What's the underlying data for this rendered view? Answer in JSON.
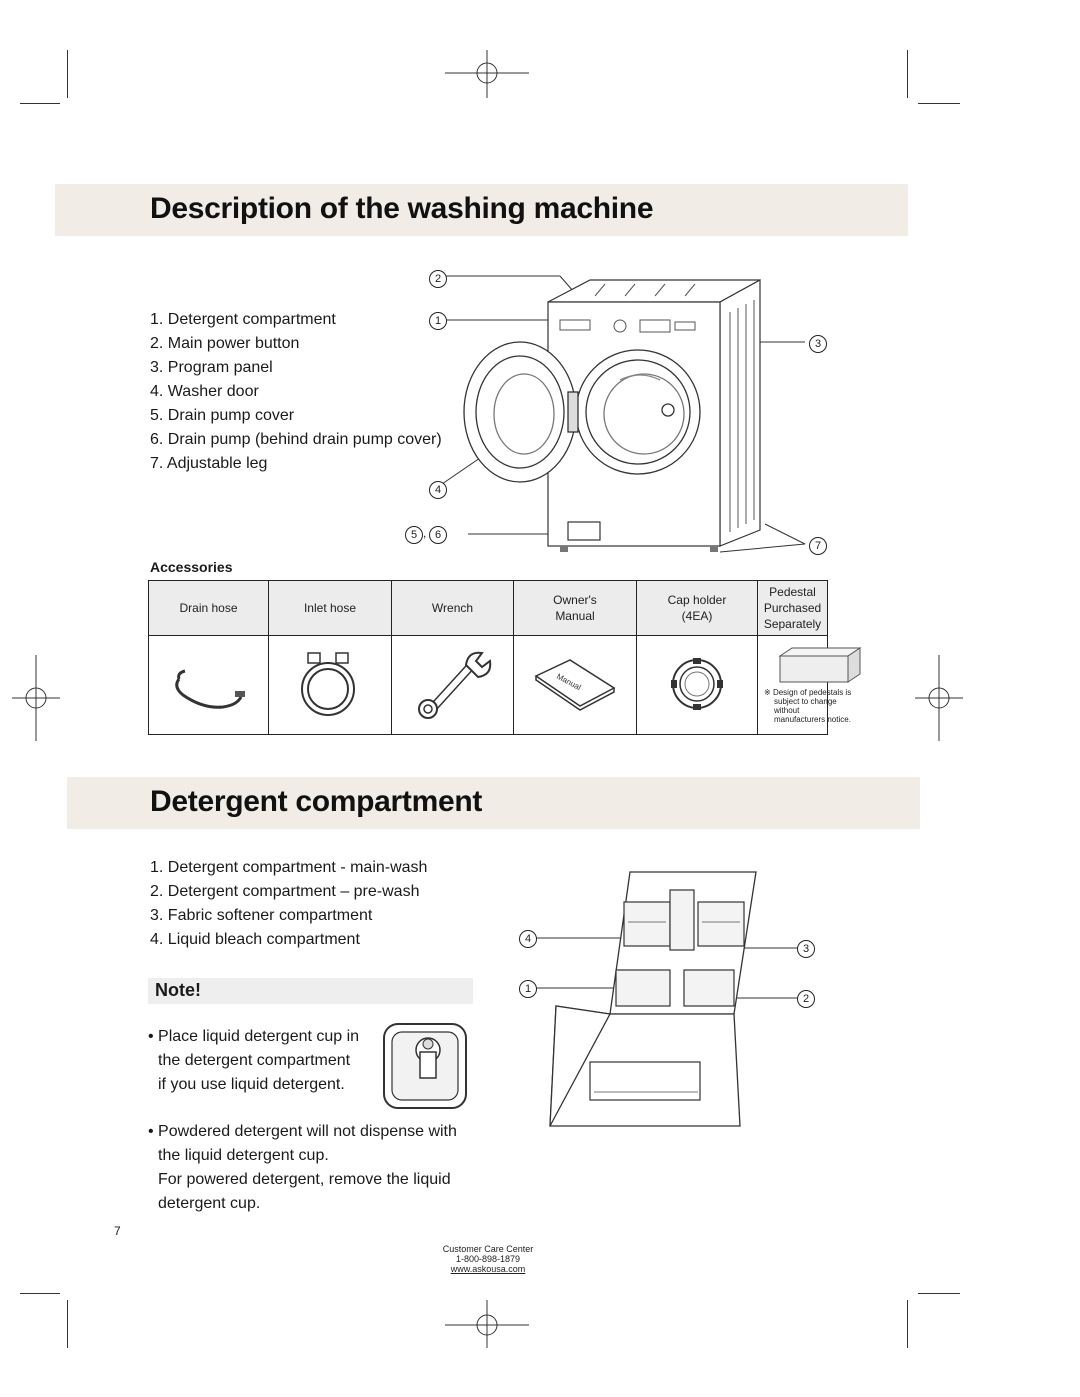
{
  "section1": {
    "title": "Description of the washing machine",
    "parts": [
      "1. Detergent compartment",
      "2. Main power button",
      "3. Program panel",
      "4. Washer door",
      "5. Drain pump cover",
      "6. Drain pump (behind drain pump cover)",
      "7. Adjustable leg"
    ],
    "callouts": [
      "2",
      "1",
      "3",
      "4",
      "5",
      "6",
      "7"
    ]
  },
  "accessories": {
    "heading": "Accessories",
    "columns": [
      {
        "line1": "Drain hose",
        "line2": "",
        "line3": ""
      },
      {
        "line1": "Inlet hose",
        "line2": "",
        "line3": ""
      },
      {
        "line1": "Wrench",
        "line2": "",
        "line3": ""
      },
      {
        "line1": "Owner's",
        "line2": "Manual",
        "line3": ""
      },
      {
        "line1": "Cap holder",
        "line2": "(4EA)",
        "line3": ""
      },
      {
        "line1": "Pedestal",
        "line2": "Purchased",
        "line3": "Separately"
      }
    ],
    "manual_cover_text": "Manual",
    "pedestal_note": {
      "symbol": "※",
      "line1": "Design of pedestals is",
      "line2": "subject to change",
      "line3": "without",
      "line4": "manufacturers notice."
    }
  },
  "section2": {
    "title": "Detergent compartment",
    "parts": [
      "1. Detergent compartment - main-wash",
      "2. Detergent compartment – pre-wash",
      "3. Fabric softener compartment",
      "4. Liquid bleach compartment"
    ],
    "callouts": [
      "4",
      "3",
      "1",
      "2"
    ]
  },
  "note": {
    "title": "Note!",
    "bullet1": [
      "• Place liquid detergent cup in",
      "the detergent compartment",
      "if you use liquid detergent."
    ],
    "bullet2": [
      "• Powdered detergent will not dispense with",
      "the liquid detergent cup.",
      "For powered detergent, remove the liquid",
      "detergent cup."
    ]
  },
  "page_number": "7",
  "footer": {
    "line1": "Customer Care Center",
    "line2": "1-800-898-1879",
    "line3": "www.askousa.com"
  },
  "colors": {
    "section_bar": "#f1ece6",
    "table_header": "#ececec",
    "note_bar": "#eeeeee"
  }
}
